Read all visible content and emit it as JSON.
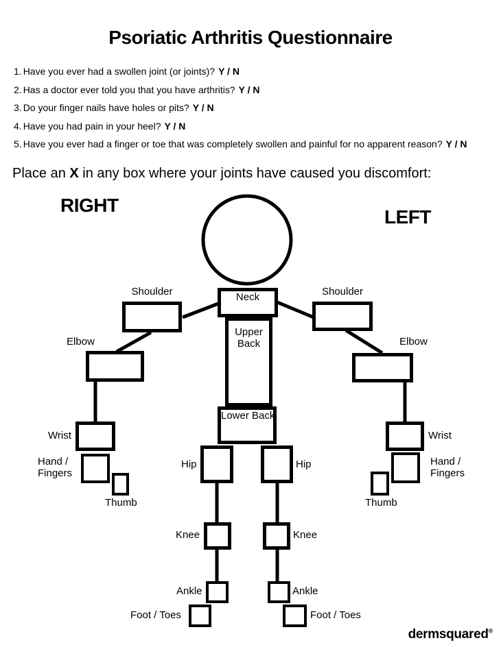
{
  "title": "Psoriatic Arthritis Questionnaire",
  "questions": [
    {
      "num": "1.",
      "text": "Have you ever had a swollen joint (or joints)?",
      "answer": "Y / N"
    },
    {
      "num": "2.",
      "text": "Has a doctor ever told you that you have arthritis?",
      "answer": "Y / N"
    },
    {
      "num": "3.",
      "text": "Do your finger nails have holes or pits?",
      "answer": "Y / N"
    },
    {
      "num": "4.",
      "text": "Have you had pain in your heel?",
      "answer": "Y / N"
    },
    {
      "num": "5.",
      "text": "Have you ever had a finger or toe that was completely swollen and painful for no apparent reason?",
      "answer": "Y / N"
    }
  ],
  "instruction": {
    "prefix": "Place an ",
    "bold": "X",
    "suffix": " in any box where your joints have caused you discomfort:"
  },
  "diagram": {
    "side_right": "RIGHT",
    "side_left": "LEFT",
    "labels": {
      "neck": "Neck",
      "upper_back": "Upper Back",
      "lower_back": "Lower Back",
      "shoulder": "Shoulder",
      "elbow": "Elbow",
      "wrist": "Wrist",
      "hand": "Hand / Fingers",
      "thumb": "Thumb",
      "hip": "Hip",
      "knee": "Knee",
      "ankle": "Ankle",
      "foot": "Foot / Toes"
    }
  },
  "footer": {
    "brand": "dermsquared",
    "trademark": "®"
  },
  "colors": {
    "ink": "#000000",
    "background": "#ffffff"
  }
}
